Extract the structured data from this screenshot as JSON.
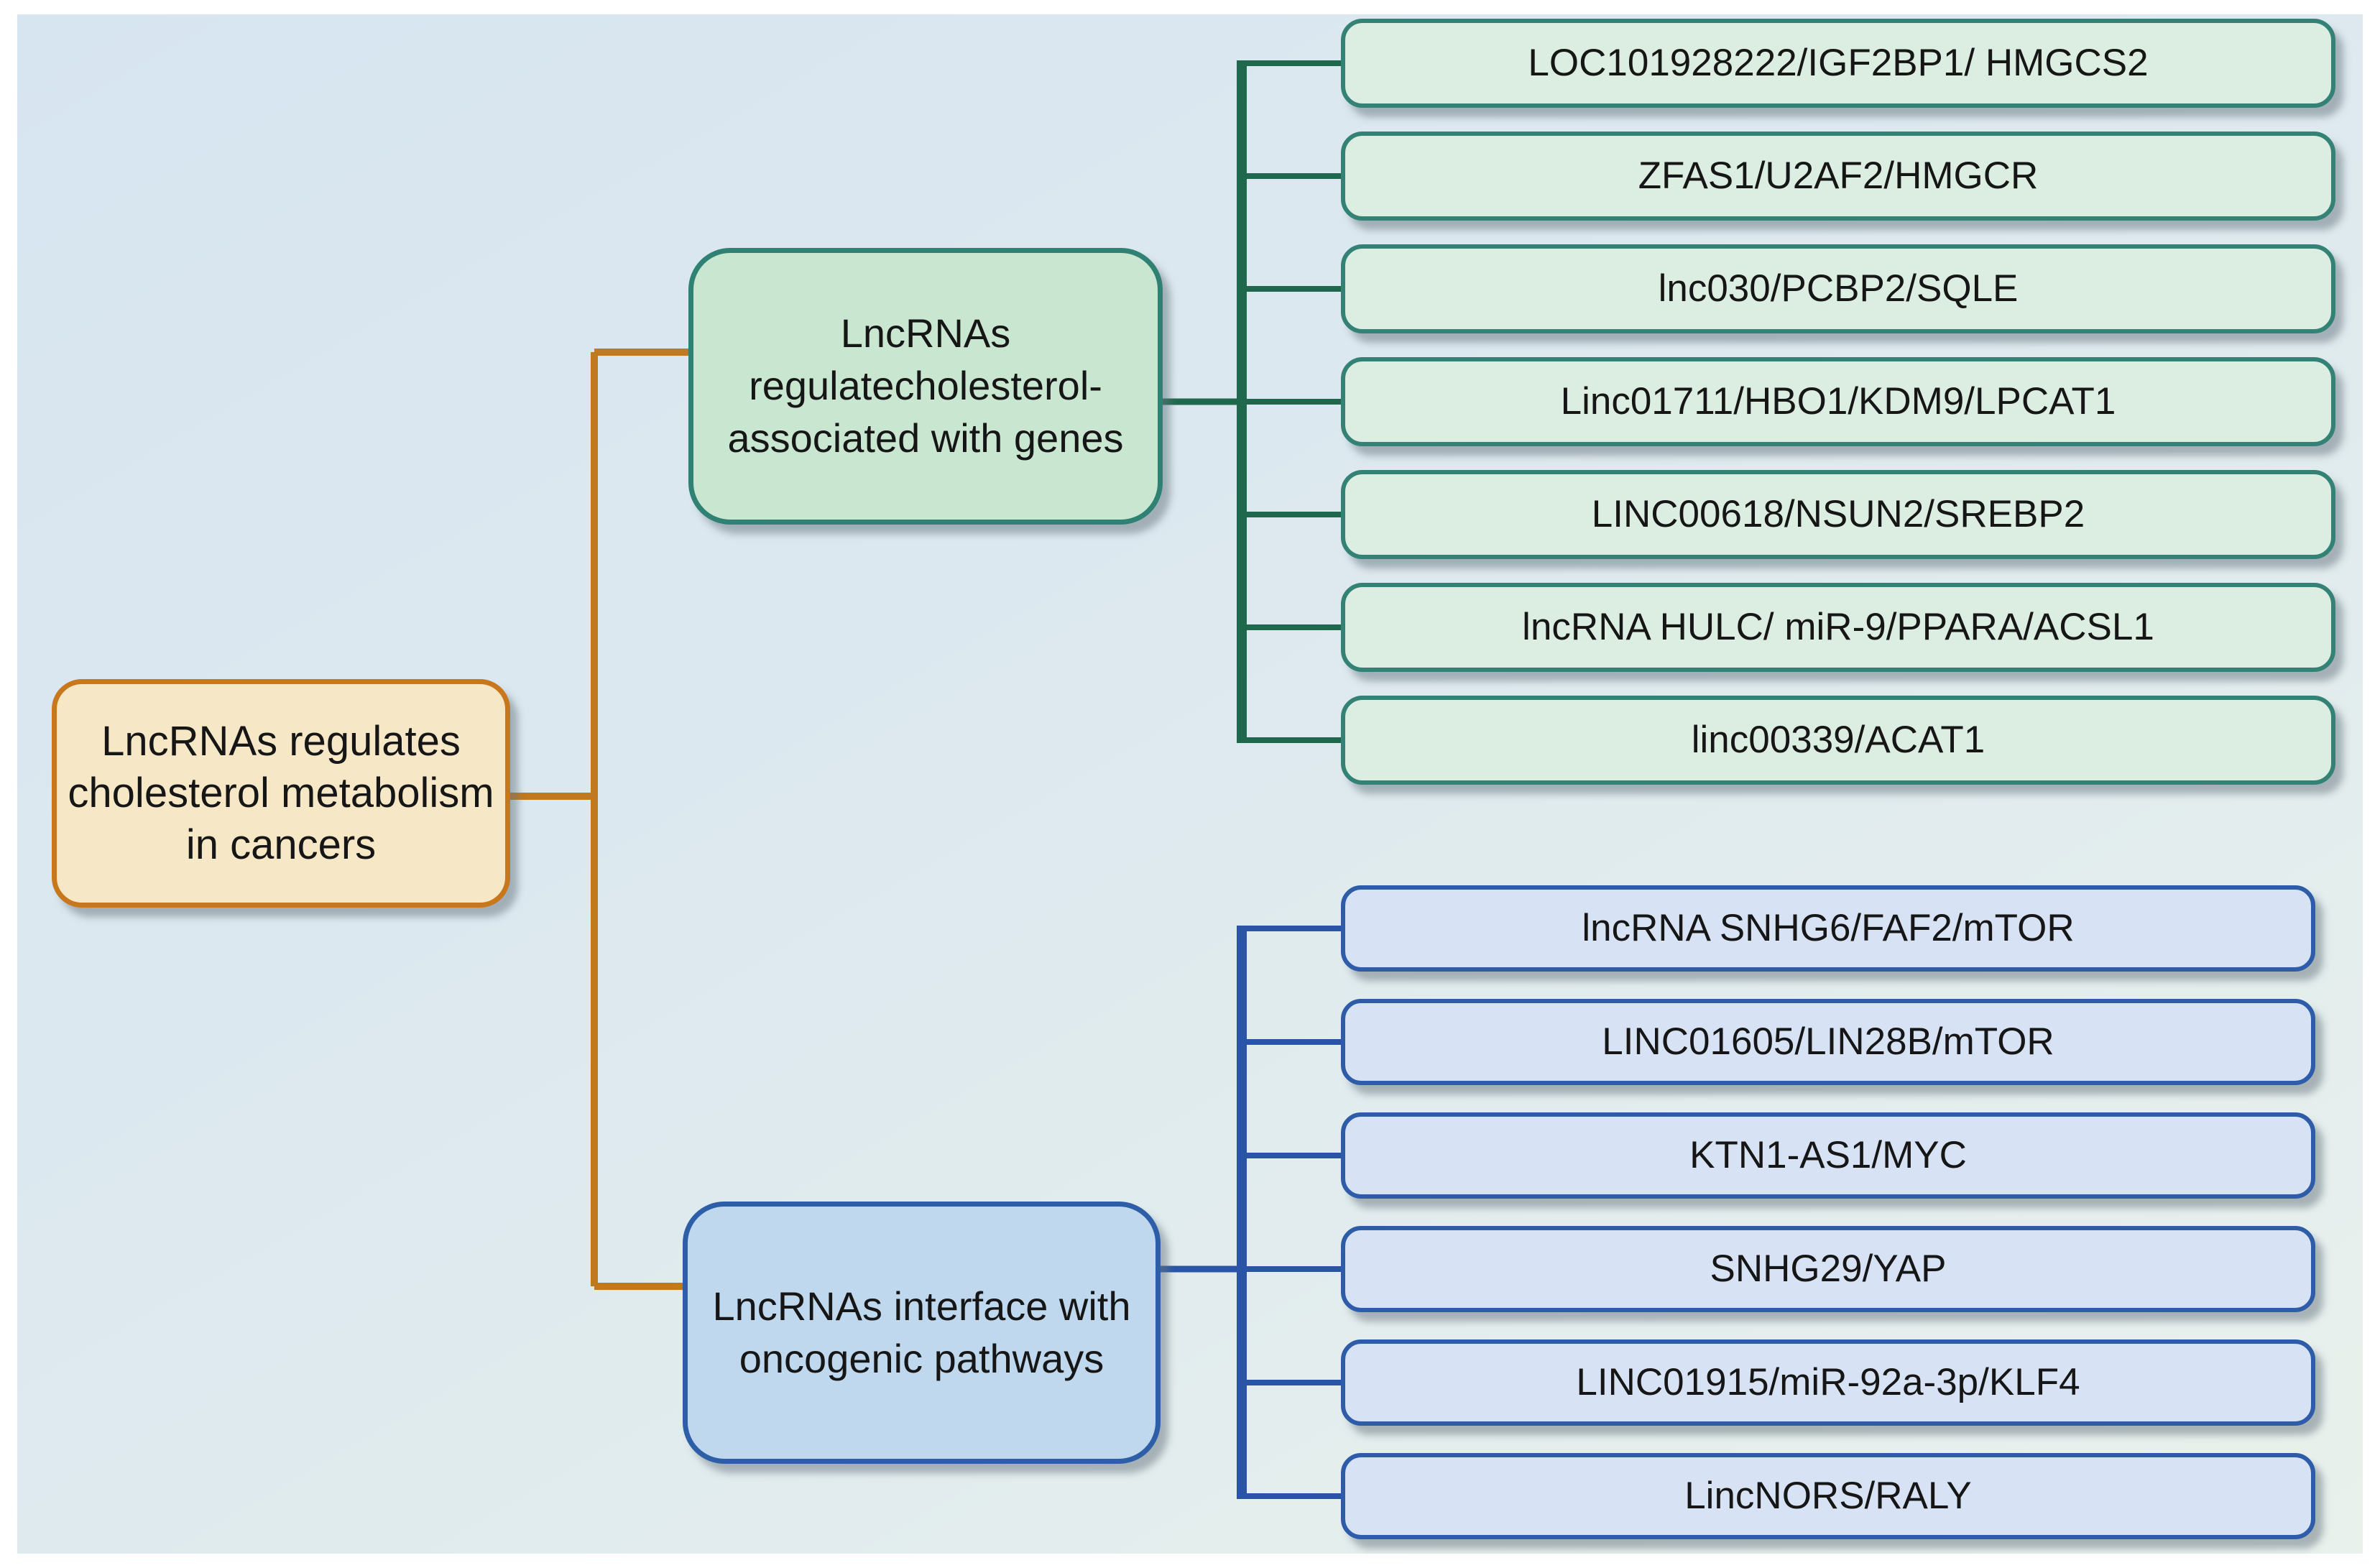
{
  "root": {
    "label": "LncRNAs regulates cholesterol metabolism in cancers"
  },
  "branches": [
    {
      "id": "cholesterol-associated-genes",
      "label": "LncRNAs regulatecholesterol- associated with genes",
      "children": [
        "LOC101928222/IGF2BP1/ HMGCS2",
        "ZFAS1/U2AF2/HMGCR",
        "lnc030/PCBP2/SQLE",
        "Linc01711/HBO1/KDM9/LPCAT1",
        "LINC00618/NSUN2/SREBP2",
        "lncRNA HULC/ miR-9/PPARA/ACSL1",
        "linc00339/ACAT1"
      ]
    },
    {
      "id": "oncogenic-pathways",
      "label": "LncRNAs interface with oncogenic pathways",
      "children": [
        "lncRNA SNHG6/FAF2/mTOR",
        "LINC01605/LIN28B/mTOR",
        "KTN1-AS1/MYC",
        "SNHG29/YAP",
        "LINC01915/miR-92a-3p/KLF4",
        "LincNORS/RALY"
      ]
    }
  ],
  "colors": {
    "background_top": "#d7e5f1",
    "background_bottom": "#e9f1ec",
    "root_fill": "#f6e8c6",
    "root_border": "#c8771c",
    "root_connector": "#c1791e",
    "green_group_fill": "#c8e6d0",
    "green_leaf_fill": "#dcede1",
    "green_border": "#2f8173",
    "green_connector": "#1f684e",
    "blue_group_fill": "#bfd8ee",
    "blue_leaf_fill": "#d7e3f4",
    "blue_border": "#2d5ea7",
    "blue_connector": "#2a55a6",
    "text": "#161616"
  }
}
